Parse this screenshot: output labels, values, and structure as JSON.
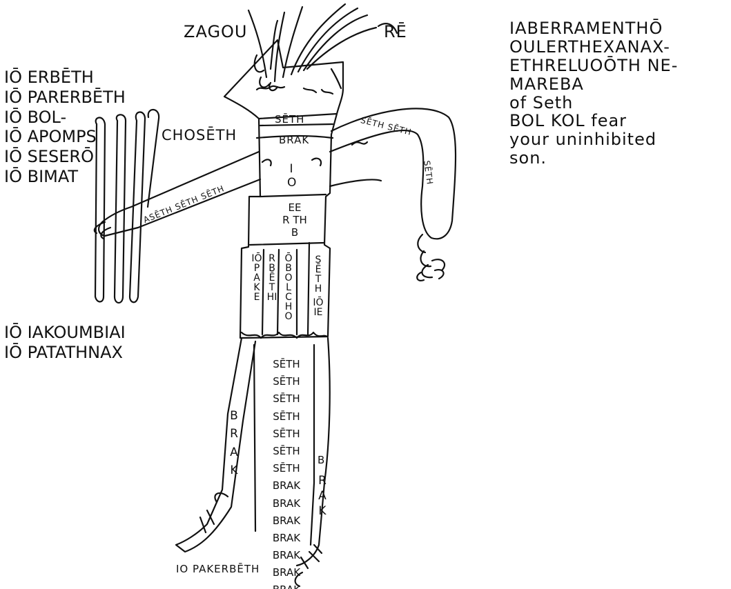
{
  "figure": {
    "top_left": "ZAGOU",
    "top_right": "RĒ",
    "left_list": [
      "IŌ ERBĒTH",
      "IŌ PARERBĒTH",
      "IŌ BOL-",
      "IŌ APOMPS",
      "IŌ SESERŌ",
      "IŌ BIMAT"
    ],
    "choseth": "CHOSĒTH",
    "lower_left": [
      "IŌ IAKOUMBIAI",
      "IŌ PATATHNAX"
    ],
    "spell": [
      "IABERRAMENTHŌ",
      "OULERTHEXANAX-",
      "ETHRELUOŌTH NE-",
      "MAREBA",
      "of Seth",
      "BOL KOL fear",
      "your uninhibited",
      "son."
    ],
    "bottom": "IO PAKERBĒTH"
  },
  "body": {
    "neck": "SĒTH",
    "chest": "BRAK",
    "io": "IO",
    "waist_lines": [
      "EE",
      "R TH",
      "B"
    ],
    "col1": "IŌPAKE",
    "col2": "RBĒTHI",
    "col3": "ŌBOLCHO",
    "col4": "SĒTH",
    "col4b": "IŌIE"
  },
  "right_arm": {
    "a": "SĒTH SĒTH",
    "b": "SĒTH"
  },
  "left_arm": {
    "text": "ASĒTH SĒTH SĒTH"
  },
  "legs": {
    "rows": [
      "SĒTH SĒTH",
      "SĒTH SĒTH",
      "SĒTH SĒTH",
      "SĒTH",
      "BRAK BRAK",
      "BRAK BRAK",
      "BRAK BRAK",
      "BRAK"
    ],
    "left_leg": "BRAK",
    "right_leg_b": "B",
    "right_leg": "RAK"
  }
}
